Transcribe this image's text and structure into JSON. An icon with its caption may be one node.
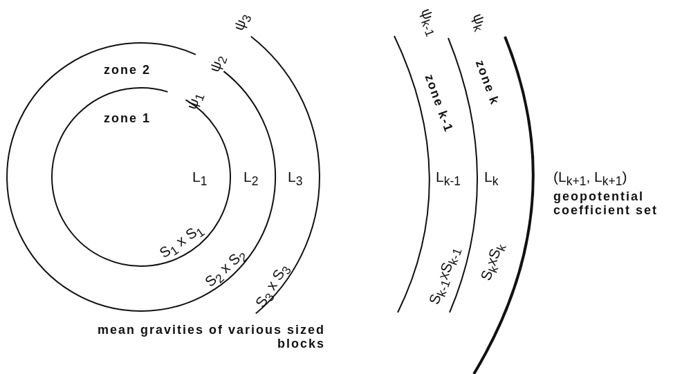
{
  "diagram": {
    "labels": [
      "ψ$_{3}$",
      "zone 2",
      "ψ$_{2}$",
      "ψ$_{1}$",
      "zone 1",
      "ψ$_{k-1}$",
      "ψ$_{k}$",
      "zone k-1",
      "zone k",
      "L$_{1}$",
      "L$_{2}$",
      "L$_{3}$",
      "L$_{k-1}$",
      "L$_{k}$",
      "(L$_{k+1}$, L$_{k+1}$)",
      "geopotential coefficient set",
      "S$_{1}$ x S$_{1}$",
      "S$_{2}$ x S$_{2}$",
      "S$_{3}$ x S$_{3}$",
      "S$_{k-1}$xS$_{k-1}$",
      "S$_{k}$xS$_{k}$",
      "mean gravities of various sized blocks"
    ]
  }
}
